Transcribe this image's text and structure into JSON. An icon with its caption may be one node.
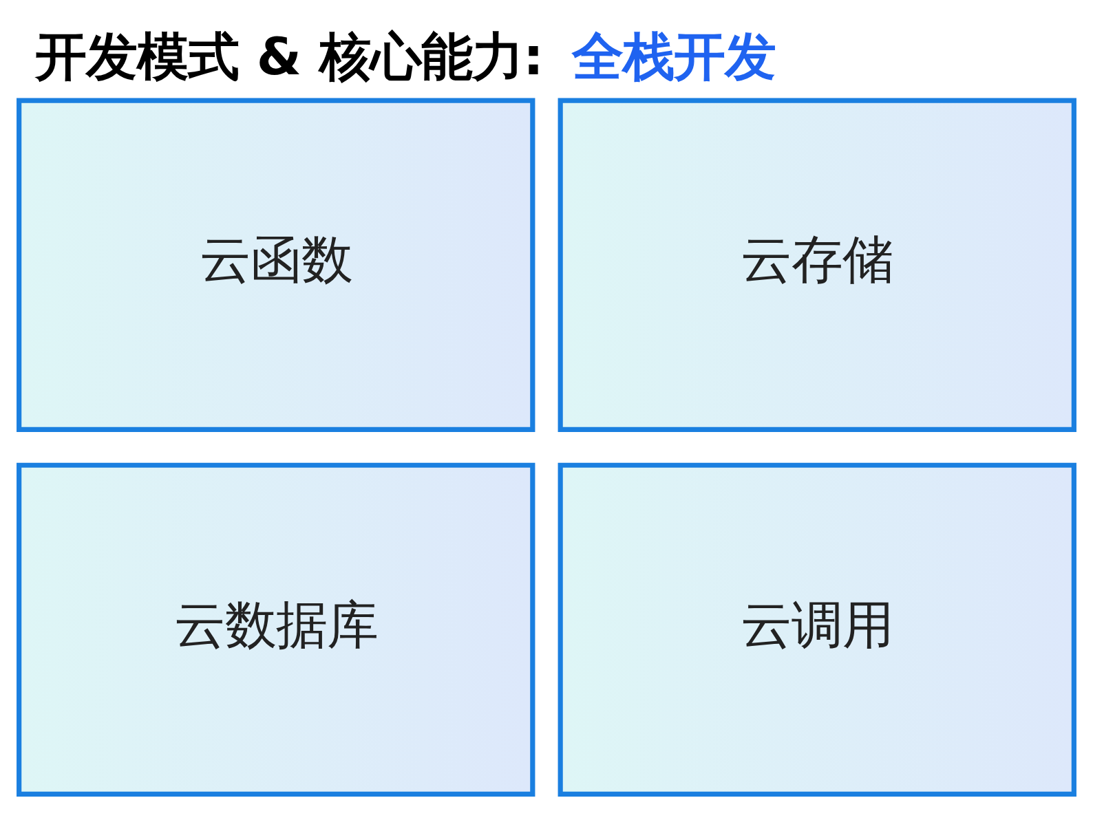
{
  "diagram": {
    "title": "开发模式 & 核心能力: 全栈开发",
    "nodes": [
      {
        "text": [
          "云函数"
        ]
      },
      {
        "text": [
          "云存储"
        ]
      },
      {
        "text": [
          "云数据库"
        ]
      },
      {
        "text": [
          "云调用"
        ]
      }
    ]
  }
}
